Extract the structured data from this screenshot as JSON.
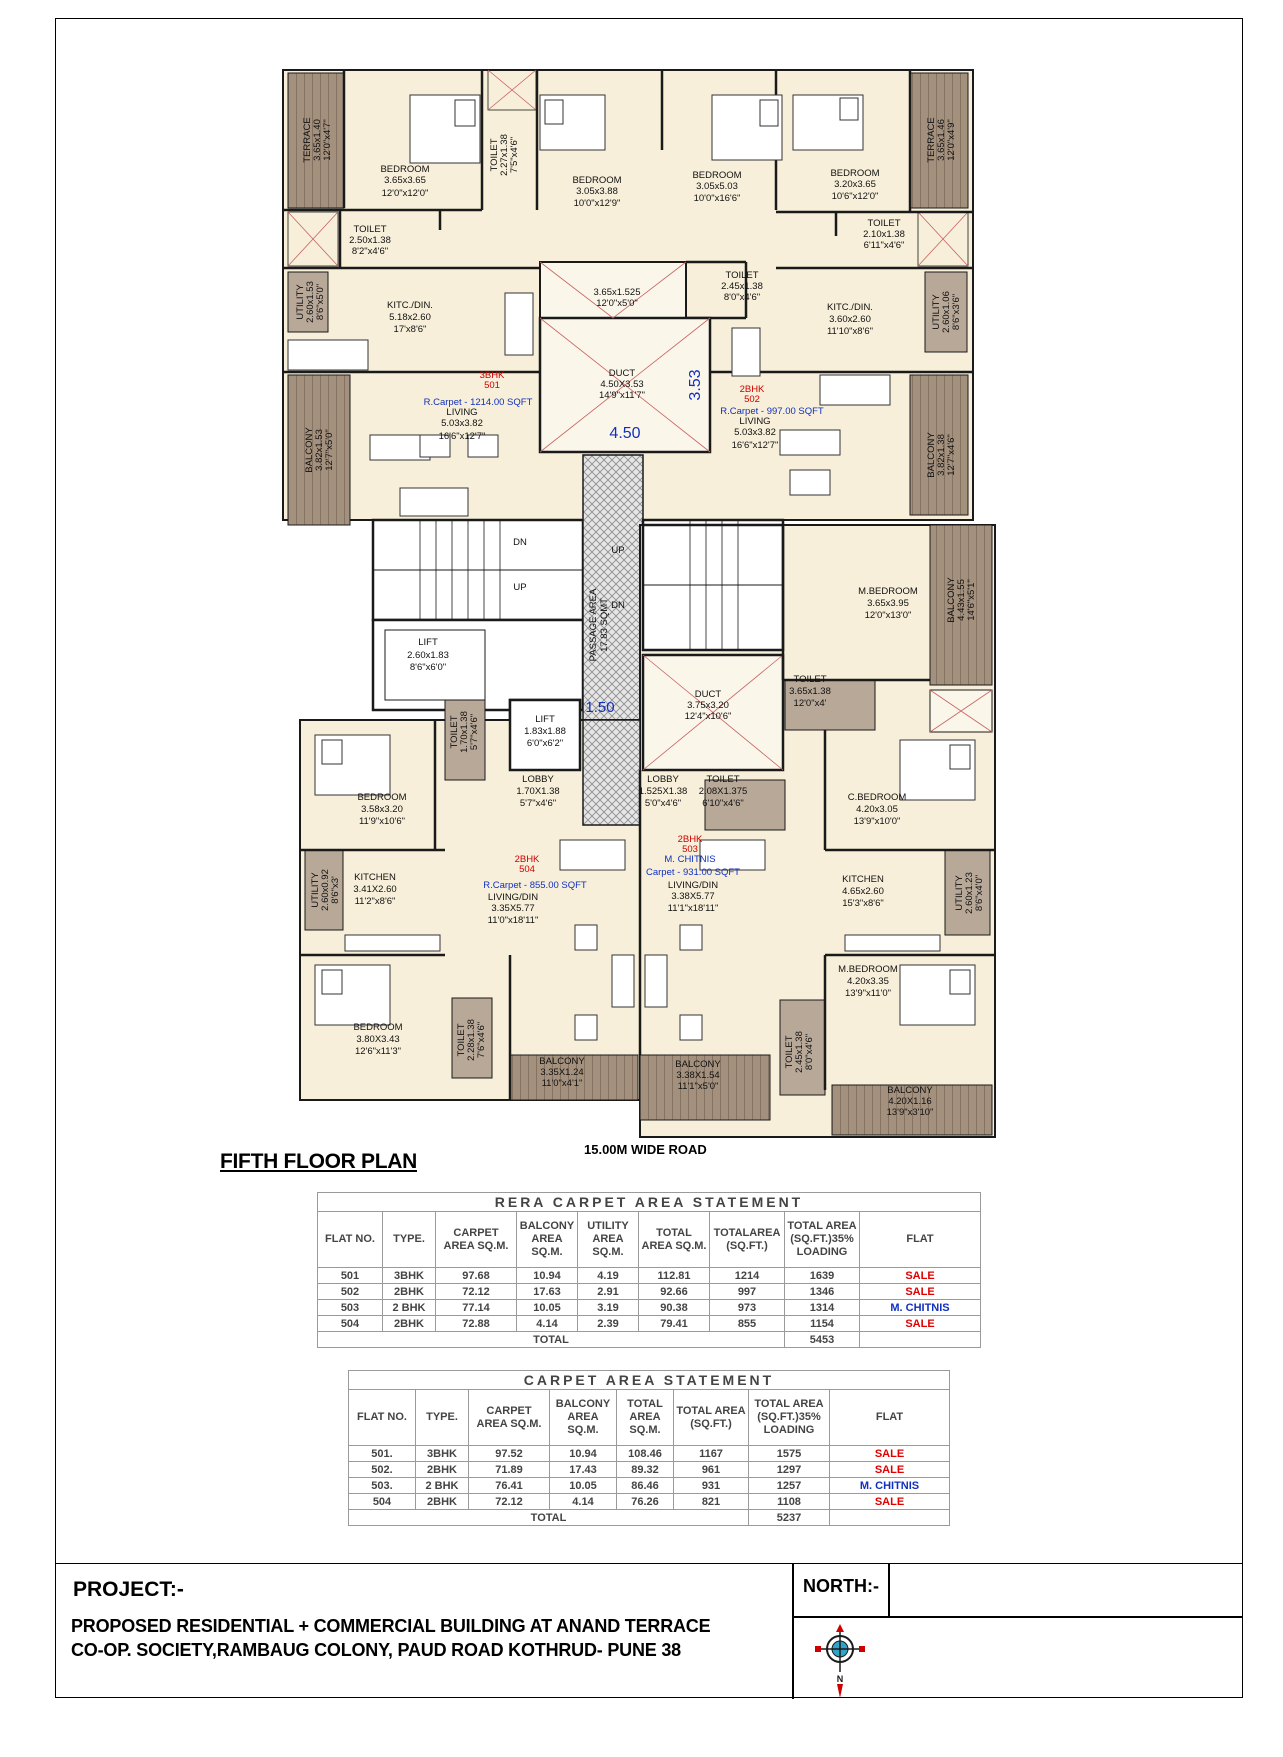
{
  "plan": {
    "rooms_501": {
      "terrace": [
        "TERRACE",
        "3.65x1.40",
        "12'0\"x4'7\""
      ],
      "bedroom": [
        "BEDROOM",
        "3.65x3.65",
        "12'0\"x12'0\""
      ],
      "toilet_a": [
        "TOILET",
        "2.27x1.38",
        "7'5\"x4'6\""
      ],
      "toilet_b": [
        "TOILET",
        "2.50x1.38",
        "8'2\"x4'6\""
      ],
      "utility": [
        "UTILITY",
        "2.60x1.53",
        "8'6\"x5'0\""
      ],
      "kitchen": [
        "KITC./DIN.",
        "5.18x2.60",
        "17'x8'6\""
      ],
      "flat": [
        "3BHK",
        "501"
      ],
      "carpet": "R.Carpet - 1214.00 SQFT",
      "living": [
        "LIVING",
        "5.03x3.82",
        "16'6\"x12'7\""
      ],
      "balcony": [
        "BALCONY",
        "3.82x1.53",
        "12'7\"x5'0\""
      ]
    },
    "rooms_502": {
      "bedroom1": [
        "BEDROOM",
        "3.05x3.88",
        "10'0\"x12'9\""
      ],
      "bedroom2": [
        "BEDROOM",
        "3.05x5.03",
        "10'0\"x16'6\""
      ],
      "bedroom3": [
        "BEDROOM",
        "3.20x3.65",
        "10'6\"x12'0\""
      ],
      "terrace": [
        "TERRACE",
        "3.65x1.46",
        "12'0\"x4'9\""
      ],
      "toilet_a": [
        "TOILET",
        "2.10x1.38",
        "6'11\"x4'6\""
      ],
      "toilet_b": [
        "TOILET",
        "2.45x1.38",
        "8'0\"x4'6\""
      ],
      "kitchen": [
        "KITC./DIN.",
        "3.60x2.60",
        "11'10\"x8'6\""
      ],
      "utility": [
        "UTILITY",
        "2.60x1.06",
        "8'6\"x3'6\""
      ],
      "flat": [
        "2BHK",
        "502"
      ],
      "carpet": "R.Carpet - 997.00 SQFT",
      "living": [
        "LIVING",
        "5.03x3.82",
        "16'6\"x12'7\""
      ],
      "balcony": [
        "BALCONY",
        "3.82x1.38",
        "12'7\"x4'6\""
      ]
    },
    "core": {
      "top_open": [
        "3.65x1.525",
        "12'0\"x5'0\""
      ],
      "duct": [
        "DUCT",
        "4.50X3.53",
        "14'9\"x11'7\""
      ],
      "dim_w": "4.50",
      "dim_h": "3.53",
      "dn": "DN",
      "up": "UP",
      "lift1": [
        "LIFT",
        "2.60x1.83",
        "8'6\"x6'0\""
      ],
      "passage": [
        "PASSAGE AREA",
        "17.83 SQMT"
      ],
      "dim_passage": "1.50",
      "lift2": [
        "LIFT",
        "1.83x1.88",
        "6'0\"x6'2\""
      ],
      "duct2": [
        "DUCT",
        "3.75x3.20",
        "12'4\"x10'6\""
      ],
      "lobby_l": [
        "LOBBY",
        "1.70X1.38",
        "5'7\"x4'6\""
      ],
      "lobby_r": [
        "LOBBY",
        "1.525X1.38",
        "5'0\"x4'6\""
      ]
    },
    "rooms_504": {
      "toilet_a": [
        "TOILET",
        "1.70x1.38",
        "5'7\"x4'6\""
      ],
      "bedroom1": [
        "BEDROOM",
        "3.58x3.20",
        "11'9\"x10'6\""
      ],
      "kitchen": [
        "KITCHEN",
        "3.41X2.60",
        "11'2\"x8'6\""
      ],
      "utility": [
        "UTILITY",
        "2.60x0.92",
        "8'6\"x3'"
      ],
      "flat": [
        "2BHK",
        "504"
      ],
      "carpet": "R.Carpet - 855.00 SQFT",
      "living": [
        "LIVING/DIN",
        "3.35X5.77",
        "11'0\"x18'11\""
      ],
      "bedroom2": [
        "BEDROOM",
        "3.80X3.43",
        "12'6\"x11'3\""
      ],
      "toilet_b": [
        "TOILET",
        "2.28x1.38",
        "7'6\"x4'6\""
      ],
      "balcony": [
        "BALCONY",
        "3.35X1.24",
        "11'0\"x4'1\""
      ]
    },
    "rooms_503": {
      "toilet_a": [
        "TOILET",
        "2.08X1.375",
        "6'10\"x4'6\""
      ],
      "flat": [
        "2BHK",
        "503",
        "M. CHITNIS"
      ],
      "carpet": "Carpet - 931.00 SQFT",
      "living": [
        "LIVING/DIN",
        "3.38X5.77",
        "11'1\"x18'11\""
      ],
      "balcony": [
        "BALCONY",
        "3.38X1.54",
        "11'1\"x5'0\""
      ],
      "mbedroom": [
        "M.BEDROOM",
        "3.65x3.95",
        "12'0\"x13'0\""
      ],
      "balcony2": [
        "BALCONY",
        "4.43x1.55",
        "14'6\"x5'1\""
      ],
      "toilet_b": [
        "TOILET",
        "3.65x1.38",
        "12'0\"x4'"
      ],
      "cbedroom": [
        "C.BEDROOM",
        "4.20x3.05",
        "13'9\"x10'0\""
      ],
      "kitchen": [
        "KITCHEN",
        "4.65x2.60",
        "15'3\"x8'6\""
      ],
      "utility": [
        "UTILITY",
        "2.60x1.23",
        "8'6\"x4'0\""
      ],
      "mbedroom2": [
        "M.BEDROOM",
        "4.20x3.35",
        "13'9\"x11'0\""
      ],
      "toilet_c": [
        "TOILET",
        "2.45x1.38",
        "8'0\"x4'6\""
      ],
      "balcony3": [
        "BALCONY",
        "4.20X1.16",
        "13'9\"x3'10\""
      ]
    },
    "road": "15.00M WIDE ROAD",
    "title": "FIFTH FLOOR PLAN"
  },
  "rera": {
    "caption": "RERA CARPET AREA STATEMENT",
    "headers": [
      "FLAT NO.",
      "TYPE.",
      "CARPET AREA SQ.M.",
      "BALCONY AREA SQ.M.",
      "UTILITY AREA SQ.M.",
      "TOTAL AREA SQ.M.",
      "TOTALAREA (SQ.FT.)",
      "TOTAL AREA (SQ.FT.)35% LOADING",
      "FLAT"
    ],
    "rows": [
      [
        "501",
        "3BHK",
        "97.68",
        "10.94",
        "4.19",
        "112.81",
        "1214",
        "1639",
        "SALE"
      ],
      [
        "502",
        "2BHK",
        "72.12",
        "17.63",
        "2.91",
        "92.66",
        "997",
        "1346",
        "SALE"
      ],
      [
        "503",
        "2 BHK",
        "77.14",
        "10.05",
        "3.19",
        "90.38",
        "973",
        "1314",
        "M. CHITNIS"
      ],
      [
        "504",
        "2BHK",
        "72.88",
        "4.14",
        "2.39",
        "79.41",
        "855",
        "1154",
        "SALE"
      ]
    ],
    "total_label": "TOTAL",
    "total_value": "5453"
  },
  "carpet": {
    "caption": "CARPET AREA STATEMENT",
    "headers": [
      "FLAT NO.",
      "TYPE.",
      "CARPET AREA SQ.M.",
      "BALCONY AREA SQ.M.",
      "TOTAL AREA SQ.M.",
      "TOTAL AREA (SQ.FT.)",
      "TOTAL AREA (SQ.FT.)35% LOADING",
      "FLAT"
    ],
    "rows": [
      [
        "501.",
        "3BHK",
        "97.52",
        "10.94",
        "108.46",
        "1167",
        "1575",
        "SALE"
      ],
      [
        "502.",
        "2BHK",
        "71.89",
        "17.43",
        "89.32",
        "961",
        "1297",
        "SALE"
      ],
      [
        "503.",
        "2 BHK",
        "76.41",
        "10.05",
        "86.46",
        "931",
        "1257",
        "M. CHITNIS"
      ],
      [
        "504",
        "2BHK",
        "72.12",
        "4.14",
        "76.26",
        "821",
        "1108",
        "SALE"
      ]
    ],
    "total_label": "TOTAL",
    "total_value": "5237"
  },
  "footer": {
    "project_label": "PROJECT:-",
    "line1": "PROPOSED RESIDENTIAL + COMMERCIAL BUILDING AT ANAND TERRACE",
    "line2": "CO-OP. SOCIETY,RAMBAUG COLONY, PAUD ROAD KOTHRUD- PUNE 38",
    "north_label": "NORTH:-",
    "compass_letter": "N"
  },
  "colors": {
    "room": "#f7efd9",
    "wall": "#1a1a1a",
    "terrace": "#a89684",
    "balcony": "#8c7a6a",
    "passage": "#d8d8d8",
    "red": "#d00000",
    "blue": "#1030c0"
  }
}
